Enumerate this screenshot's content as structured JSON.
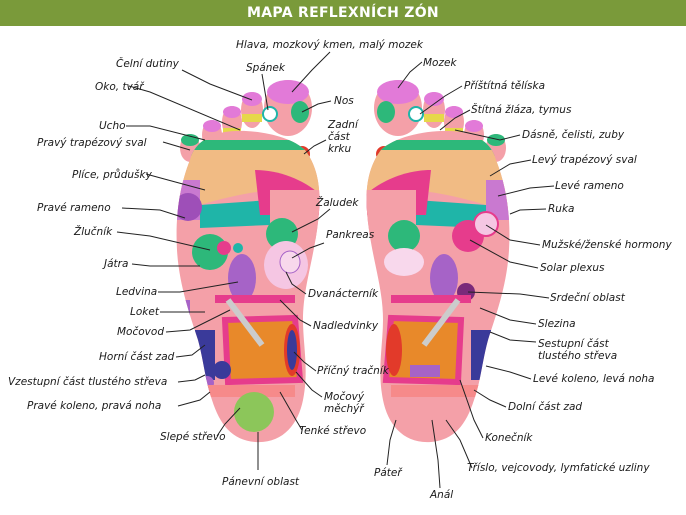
{
  "header": {
    "title": "MAPA REFLEXNÍCH ZÓN"
  },
  "labels": {
    "hlava": "Hlava, mozkový kmen, malý mozek",
    "celni_dutiny": "Čelní dutiny",
    "spanek": "Spánek",
    "oko_tvar": "Oko, tvář",
    "nos": "Nos",
    "ucho": "Ucho",
    "zadni_cast_krku": [
      "Zadní",
      "část",
      "krku"
    ],
    "pravy_trapezovy_sval": "Pravý trapézový sval",
    "plice": "Plíce, průdušky",
    "zaludek": "Žaludek",
    "prave_rameno": "Pravé rameno",
    "zlucnik": "Žlučník",
    "pankreas": "Pankreas",
    "jatra": "Játra",
    "dvanacternik": "Dvanácterník",
    "ledvina": "Ledvina",
    "loket": "Loket",
    "nadledvinky": "Nadledvinky",
    "mocovod": "Močovod",
    "horni_cast_zad": "Horní část zad",
    "pricny_tracnik": "Příčný tračník",
    "vzestupni": "Vzestupní část tlustého střeva",
    "mocovy_mechyr": [
      "Močový",
      "měchýř"
    ],
    "prave_koleno": "Pravé koleno, pravá noha",
    "tenke_strevo": "Tenké střevo",
    "slepe_strevo": "Slepé střevo",
    "panevni_oblast": "Pánevní oblast",
    "mozek": "Mozek",
    "pristitna": "Příštítná tělíska",
    "stitna": "Štítná žláza, tymus",
    "dasne": "Dásně, čelisti, zuby",
    "levy_trapezovy_sval": "Levý trapézový sval",
    "leve_rameno": "Levé rameno",
    "ruka": "Ruka",
    "muzske": "Mužské/ženské hormony",
    "solar_plexus": "Solar plexus",
    "srdecni_oblast": "Srdeční oblast",
    "slezina": "Slezina",
    "sestupni": [
      "Sestupní část",
      "tlustého střeva"
    ],
    "leve_koleno": "Levé koleno, levá noha",
    "dolni_cast_zad": "Dolní část zad",
    "konecnik": "Konečník",
    "pater": "Páteř",
    "trislo": "Tříslo, vejcovody, lymfatické uzliny",
    "anal": "Anál"
  },
  "colors": {
    "header": "#7a9a3a",
    "skin": "#f4a0a8",
    "tan": "#f1bb84",
    "green": "#2db87a",
    "teal": "#1fb5a8",
    "magenta": "#e63c8c",
    "purple": "#a663c7",
    "orange": "#e8892a",
    "red": "#e23a2a",
    "navy": "#3a3a9a",
    "yellow": "#e6d84a",
    "light_green": "#8cc65a"
  }
}
